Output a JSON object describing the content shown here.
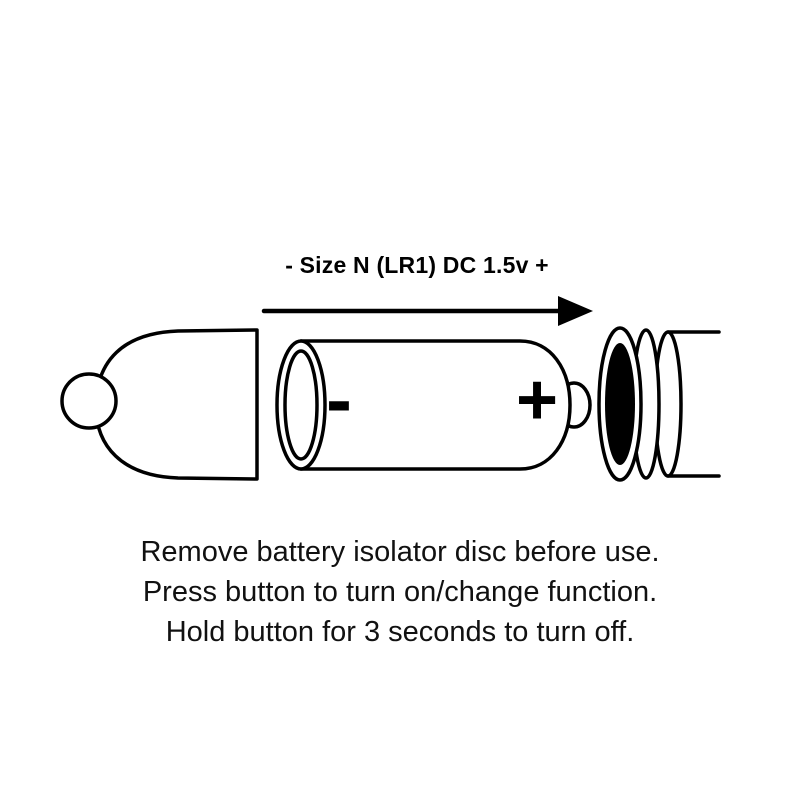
{
  "diagram": {
    "battery_label": "- Size N (LR1) DC 1.5v +",
    "negative_symbol": "-",
    "positive_symbol": "+",
    "instructions": [
      "Remove battery isolator disc before use.",
      "Press button to turn on/change function.",
      "Hold button for 3 seconds to turn off."
    ],
    "ink_color": "#000000",
    "background_color": "#ffffff"
  }
}
